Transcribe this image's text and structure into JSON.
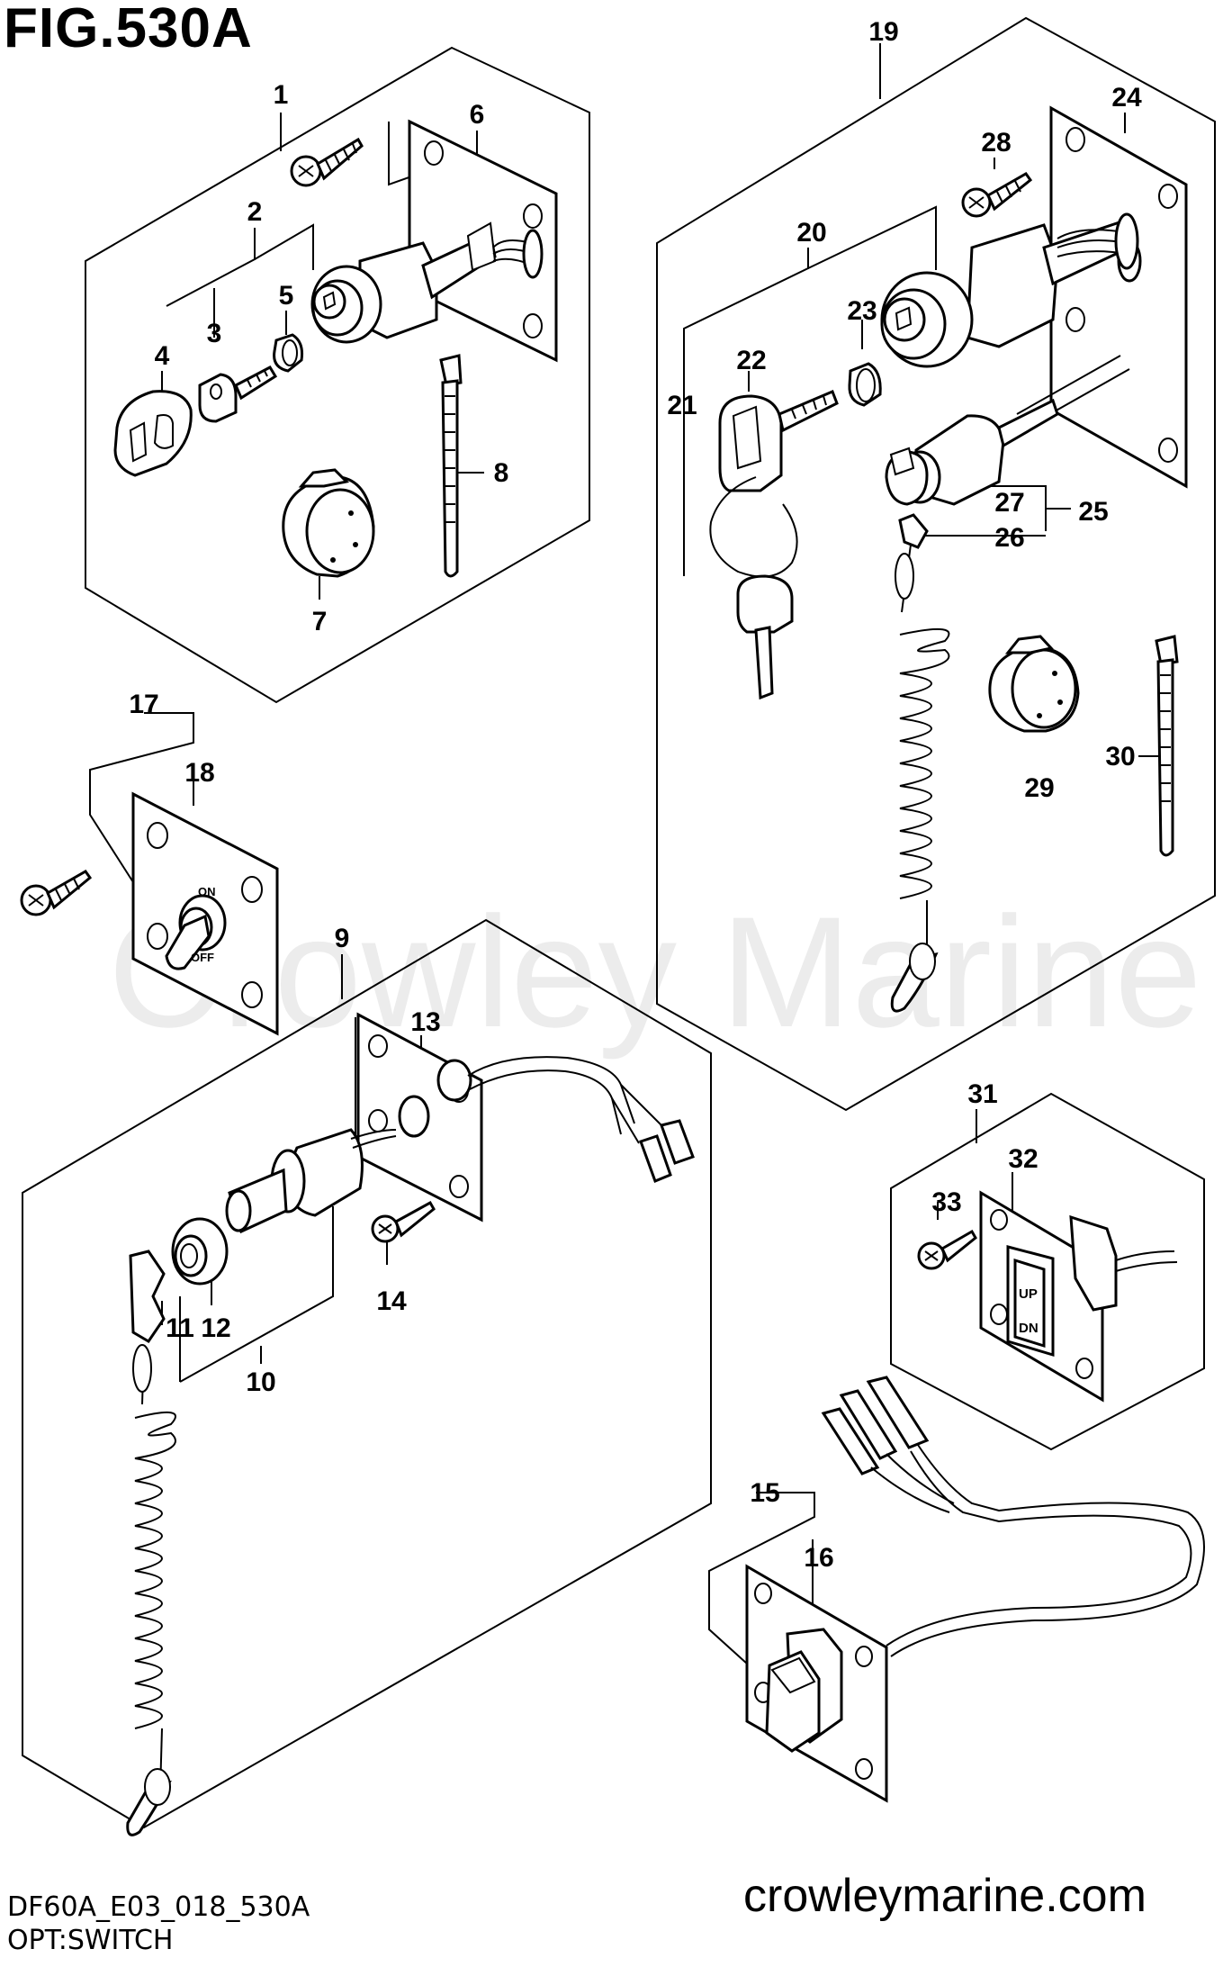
{
  "figure": {
    "title": "FIG.530A",
    "code": "DF60A_E03_018_530A",
    "subtitle": "OPT:SWITCH",
    "website": "crowleymarine.com",
    "watermark": "Crowley Marine"
  },
  "plate_labels": {
    "on": "ON",
    "off": "OFF",
    "up": "UP",
    "dn": "DN"
  },
  "callouts": [
    {
      "id": "c1",
      "text": "1"
    },
    {
      "id": "c2",
      "text": "2"
    },
    {
      "id": "c3",
      "text": "3"
    },
    {
      "id": "c4",
      "text": "4"
    },
    {
      "id": "c5",
      "text": "5"
    },
    {
      "id": "c6",
      "text": "6"
    },
    {
      "id": "c7",
      "text": "7"
    },
    {
      "id": "c8",
      "text": "8"
    },
    {
      "id": "c9",
      "text": "9"
    },
    {
      "id": "c10",
      "text": "10"
    },
    {
      "id": "c11",
      "text": "11"
    },
    {
      "id": "c12",
      "text": "12"
    },
    {
      "id": "c13",
      "text": "13"
    },
    {
      "id": "c14",
      "text": "14"
    },
    {
      "id": "c15",
      "text": "15"
    },
    {
      "id": "c16",
      "text": "16"
    },
    {
      "id": "c17",
      "text": "17"
    },
    {
      "id": "c18",
      "text": "18"
    },
    {
      "id": "c19",
      "text": "19"
    },
    {
      "id": "c20",
      "text": "20"
    },
    {
      "id": "c21",
      "text": "21"
    },
    {
      "id": "c22",
      "text": "22"
    },
    {
      "id": "c23",
      "text": "23"
    },
    {
      "id": "c24",
      "text": "24"
    },
    {
      "id": "c25",
      "text": "25"
    },
    {
      "id": "c26",
      "text": "26"
    },
    {
      "id": "c27",
      "text": "27"
    },
    {
      "id": "c28",
      "text": "28"
    },
    {
      "id": "c29",
      "text": "29"
    },
    {
      "id": "c30",
      "text": "30"
    },
    {
      "id": "c31",
      "text": "31"
    },
    {
      "id": "c32",
      "text": "32"
    },
    {
      "id": "c33",
      "text": "33"
    }
  ]
}
